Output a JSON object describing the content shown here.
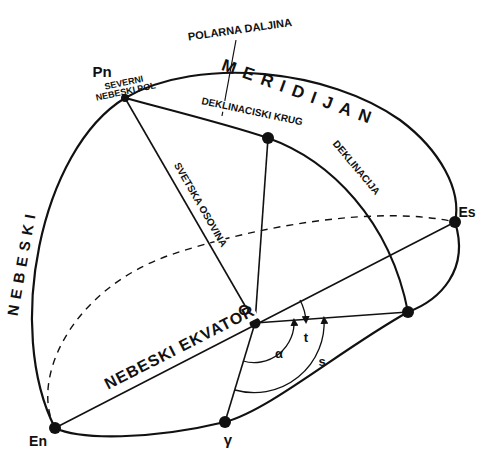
{
  "diagram": {
    "labels": [
      "POLARNA DALJINA",
      "Pn",
      "SEVERNI NEBESKI POL",
      "MERIDIJAN",
      "DEKLINACISKI KRUG",
      "DEKLINACIJA",
      "SVETSKA OSOVINA",
      "NEBESKI EKVATOR",
      "NEBESKI",
      "O",
      "t",
      "s",
      "α",
      "γ",
      "En",
      "Es"
    ]
  }
}
